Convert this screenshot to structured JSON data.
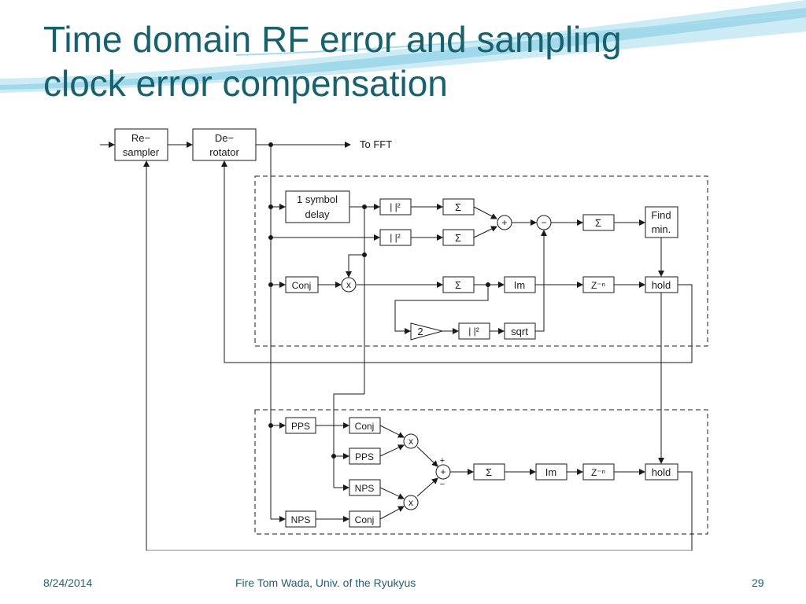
{
  "slide": {
    "title_line1": "Time domain RF error and sampling",
    "title_line2": "clock error compensation",
    "footer_date": "8/24/2014",
    "footer_author": "Fire Tom Wada, Univ. of the Ryukyus",
    "footer_page": "29"
  },
  "colors": {
    "title": "#17606e",
    "wave_light": "#bfe6f2",
    "wave_mid": "#8fd0e6",
    "line": "#1a1a1a"
  },
  "diagram": {
    "resampler_l1": "Re−",
    "resampler_l2": "sampler",
    "derotator_l1": "De−",
    "derotator_l2": "rotator",
    "to_fft": "To FFT",
    "delay_l1": "1 symbol",
    "delay_l2": "delay",
    "abs2": "| |²",
    "sigma": "Σ",
    "plus": "+",
    "minus": "−",
    "findmin_l1": "Find",
    "findmin_l2": "min.",
    "conj": "Conj",
    "mult": "x",
    "im": "Im",
    "zn": "Z⁻ⁿ",
    "hold": "hold",
    "gain": "2",
    "sqrt": "sqrt",
    "pps": "PPS",
    "nps": "NPS"
  }
}
